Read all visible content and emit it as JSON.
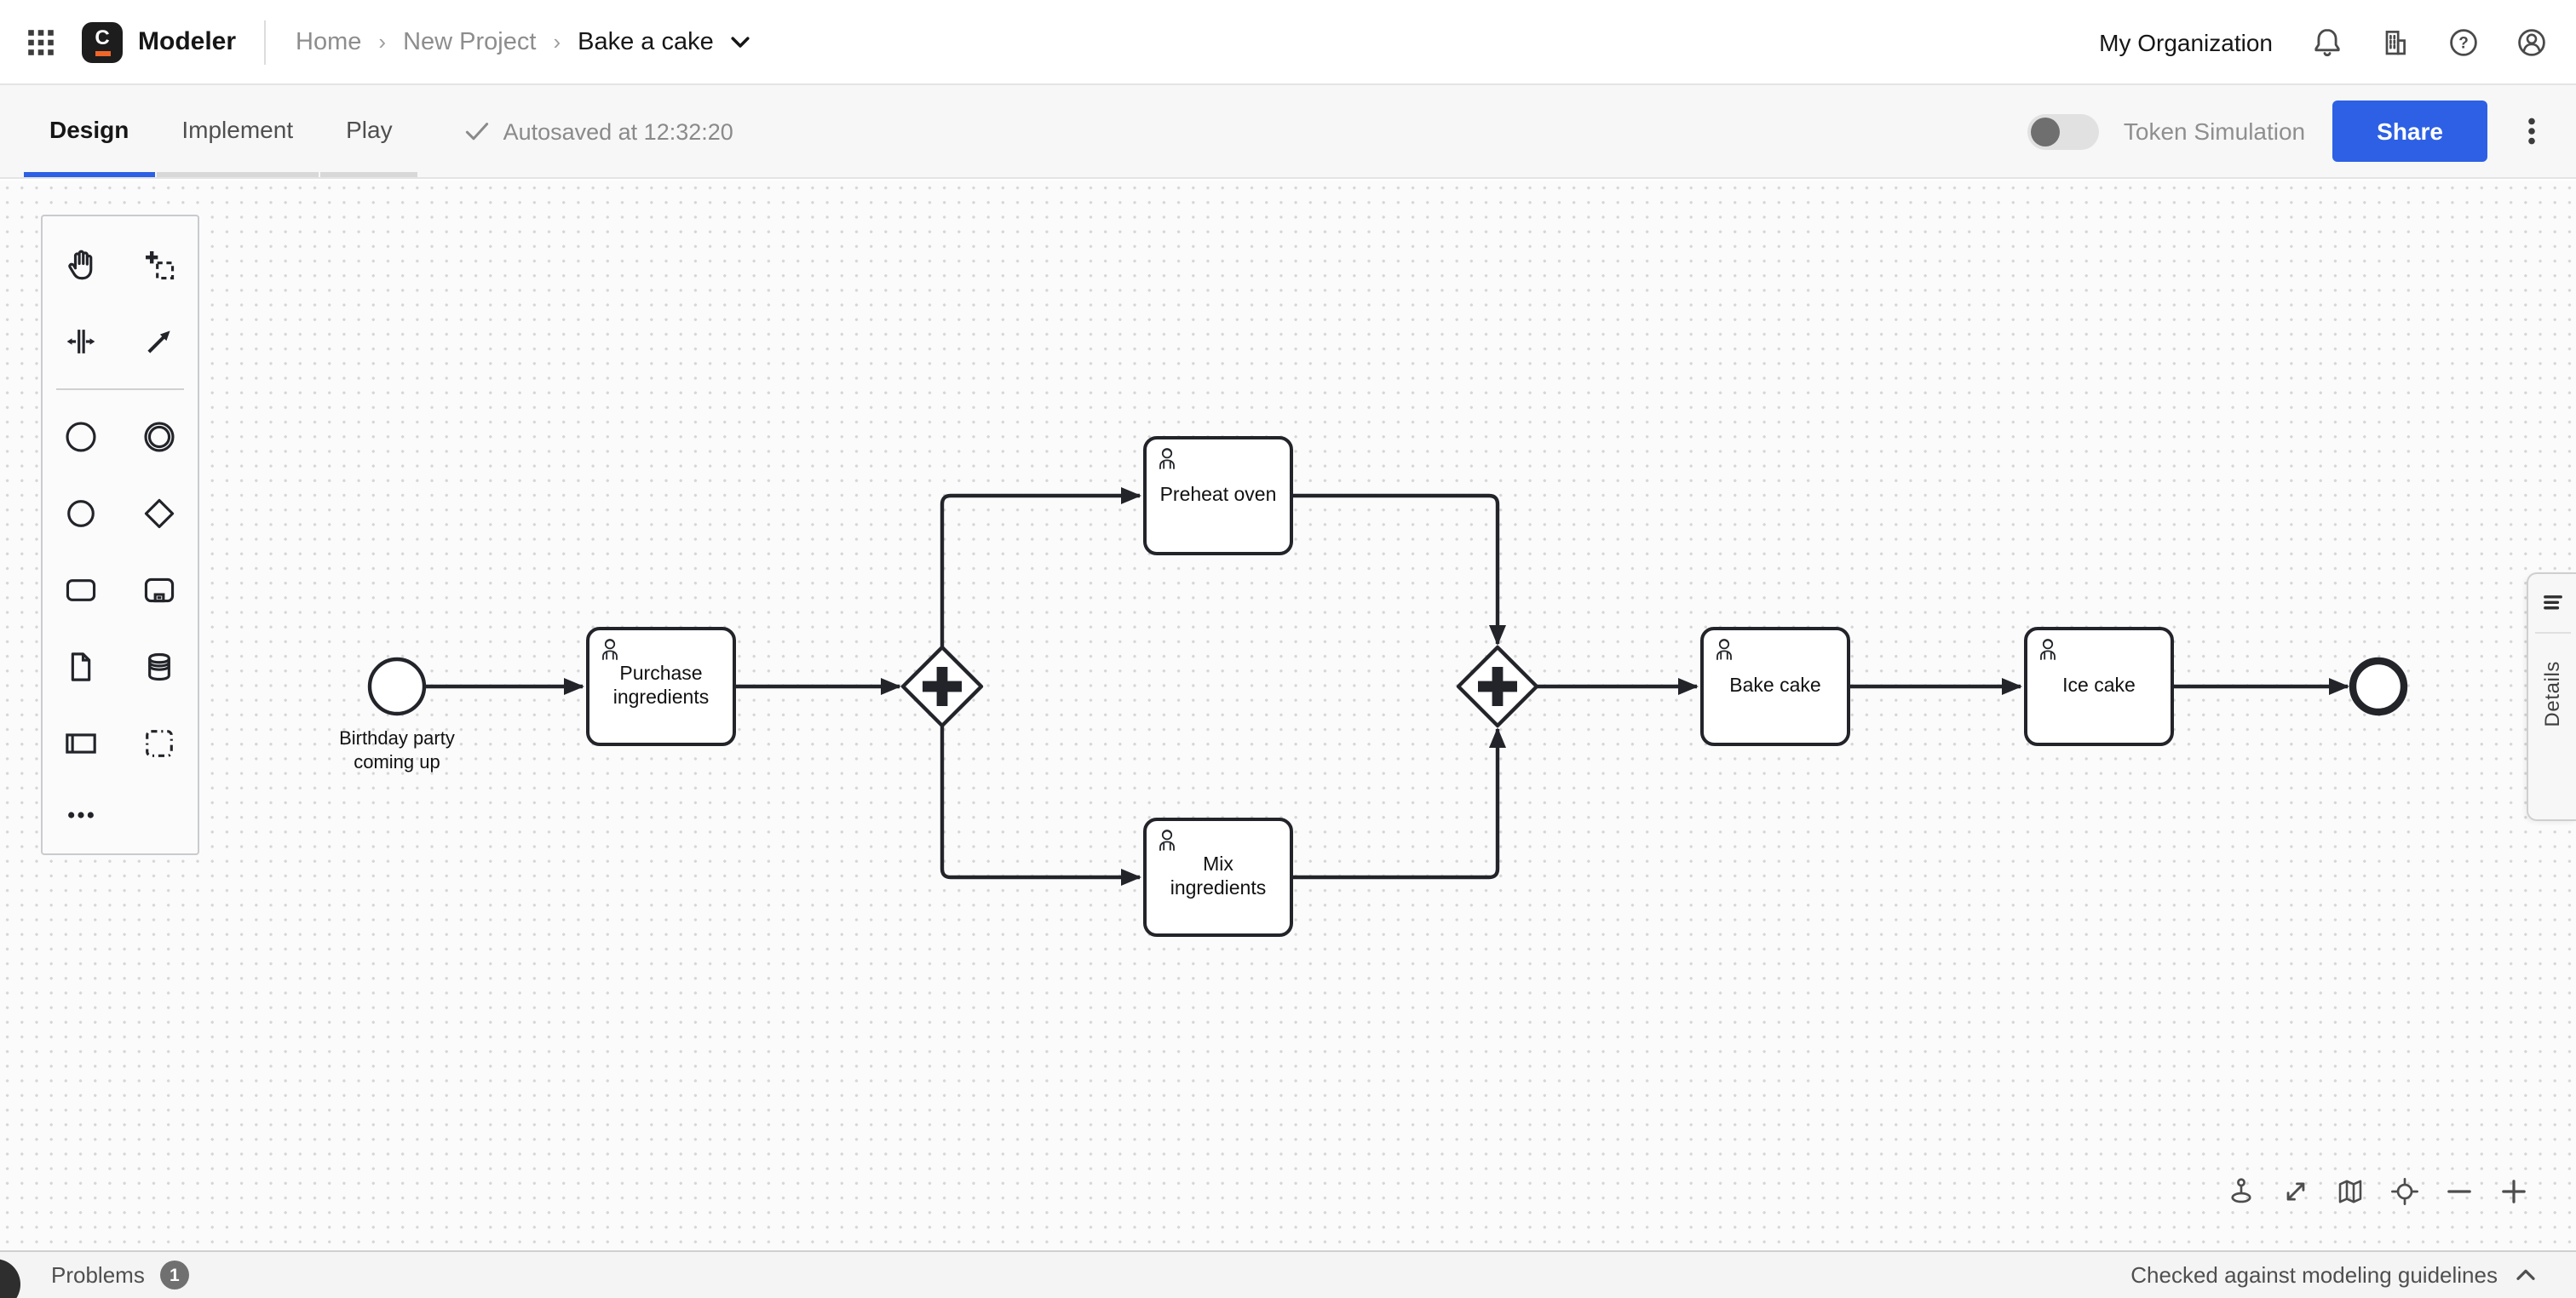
{
  "header": {
    "app_name": "Modeler",
    "logo_letter": "C",
    "breadcrumbs": [
      {
        "label": "Home"
      },
      {
        "label": "New Project"
      },
      {
        "label": "Bake a cake"
      }
    ],
    "org_label": "My Organization",
    "icon_names": [
      "apps-grid-icon",
      "bell-icon",
      "organization-icon",
      "help-icon",
      "account-icon"
    ]
  },
  "ribbon": {
    "tabs": [
      {
        "label": "Design",
        "active": true
      },
      {
        "label": "Implement",
        "active": false
      },
      {
        "label": "Play",
        "active": false
      }
    ],
    "autosave_status": "Autosaved at 12:32:20",
    "token_simulation_label": "Token Simulation",
    "token_simulation_on": false,
    "share_label": "Share"
  },
  "palette": {
    "tools": [
      "hand-tool",
      "lasso-tool",
      "space-tool",
      "global-connect-tool"
    ],
    "elements": [
      "start-event",
      "intermediate-event",
      "end-event",
      "gateway",
      "task",
      "subprocess",
      "data-object",
      "data-store",
      "participant",
      "group"
    ],
    "more": "ellipsis"
  },
  "diagram": {
    "start_event_label": "Birthday party coming up",
    "tasks": {
      "purchase": "Purchase ingredients",
      "preheat": "Preheat oven",
      "mix": "Mix ingredients",
      "bake": "Bake cake",
      "ice": "Ice cake"
    },
    "gateways": [
      "parallel-gateway-split",
      "parallel-gateway-join"
    ],
    "task_type": "user-task"
  },
  "details_panel": {
    "label": "Details"
  },
  "canvas_controls": [
    "pan-origin",
    "fit-viewport",
    "minimap",
    "reset-origin",
    "zoom-out",
    "zoom-in"
  ],
  "status_bar": {
    "problems_label": "Problems",
    "problems_count": "1",
    "guidelines_status": "Checked against modeling guidelines"
  },
  "colors": {
    "accent_blue": "#2d60e4",
    "diagram_stroke": "#22242a",
    "logo_bg": "#1d1d1d",
    "logo_accent_orange": "#f0662a",
    "canvas_bg": "#fbfbfb"
  }
}
